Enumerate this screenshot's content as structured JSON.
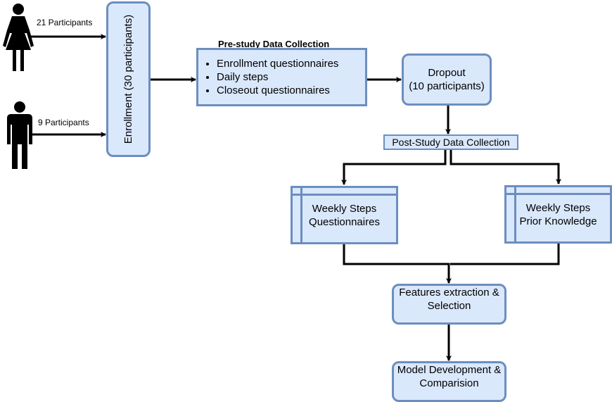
{
  "participants": {
    "female_label": "21 Participants",
    "male_label": "9 Participants"
  },
  "enrollment": {
    "label": "Enrollment (30 participants)"
  },
  "prestudy": {
    "title": "Pre-study Data Collection",
    "items": [
      "Enrollment questionnaires",
      "Daily steps",
      "Closeout questionnaires"
    ]
  },
  "dropout": {
    "line1": "Dropout",
    "line2": "(10 participants)"
  },
  "poststudy": {
    "label": "Post-Study Data Collection"
  },
  "weekly_questionnaires": {
    "line1": "Weekly Steps",
    "line2": "Questionnaires"
  },
  "weekly_prior": {
    "line1": "Weekly Steps",
    "line2": "Prior Knowledge"
  },
  "features": {
    "line1": "Features extraction &",
    "line2": "Selection"
  },
  "model": {
    "line1": "Model Development &",
    "line2": "Comparision"
  },
  "colors": {
    "box_fill": "#dae8fc",
    "box_stroke": "#6c8ebf",
    "edge": "#000000"
  },
  "icons": {
    "female": "female-person-icon",
    "male": "male-person-icon"
  }
}
